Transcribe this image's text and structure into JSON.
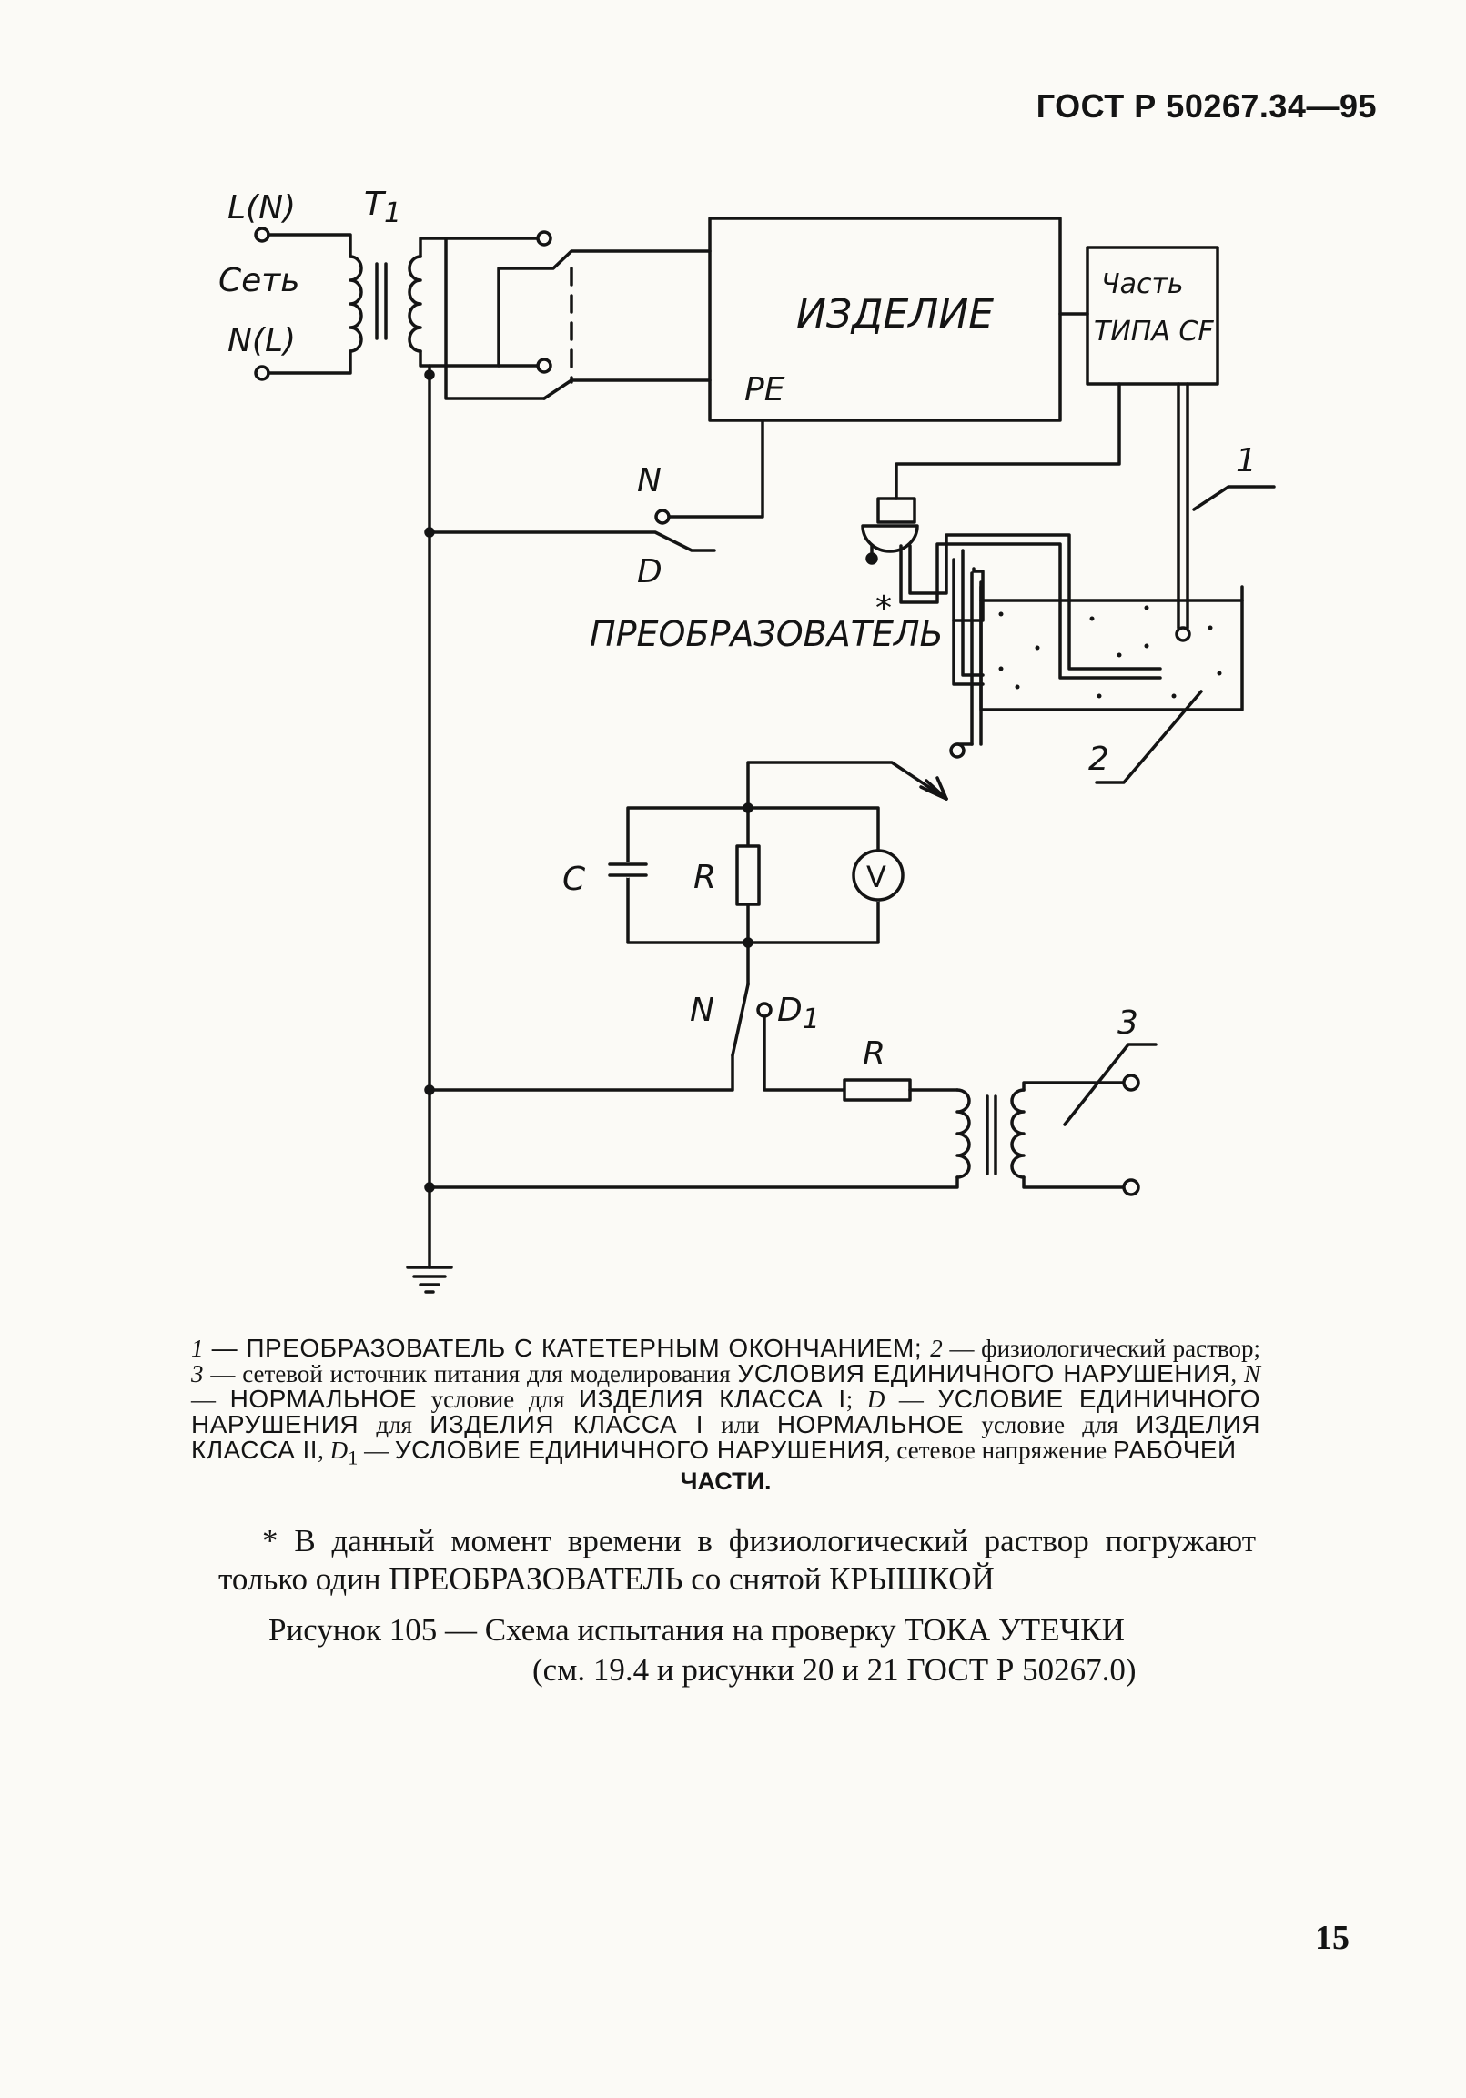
{
  "header": {
    "doc_number": "ГОСТ Р 50267.34—95"
  },
  "diagram": {
    "labels": {
      "line_l": "L(N)",
      "transformer": "T",
      "transformer_sub": "1",
      "mains": "Сеть",
      "line_n": "N(L)",
      "product": "ИЗДЕЛИЕ",
      "pe": "PE",
      "part_line1": "Часть",
      "part_line2": "ТИПА CF",
      "switch_n": "N",
      "switch_d": "D",
      "transducer": "ПРЕОБРАЗОВАТЕЛЬ",
      "asterisk": "*",
      "callout_1": "1",
      "callout_2": "2",
      "capacitor": "C",
      "resistor": "R",
      "voltmeter": "V",
      "switch2_n": "N",
      "switch2_d1": "D",
      "switch2_d1_sub": "1",
      "resistor2": "R",
      "callout_3": "3"
    }
  },
  "legend": {
    "p1_num": "1",
    "p1_caps": " — ПРЕОБРАЗОВАТЕЛЬ С КАТЕТЕРНЫМ ОКОНЧАНИЕМ; ",
    "p2_num": "2",
    "p2_text": " — физиологический раствор; ",
    "p3_num": "3",
    "p3_text": " — сетевой источник питания для моделирования ",
    "p3_caps": "УСЛОВИЯ ЕДИНИЧНОГО НАРУШЕНИЯ",
    "sep1": ", ",
    "pN": "N",
    "pN_dash": " — ",
    "pN_caps": "НОРМАЛЬНОЕ",
    "pN_text": " условие для ",
    "pN_caps2": "ИЗДЕЛИЯ КЛАССА I",
    "sep2": "; ",
    "pD": "D",
    "pD_dash": " — ",
    "pD_caps": "УСЛОВИЕ ЕДИНИЧНОГО НАРУШЕНИЯ",
    "pD_text": " для ",
    "pD_caps2": "ИЗДЕЛИЯ КЛАССА I",
    "pD_text2": " или ",
    "pD_caps3": "НОРМАЛЬНОЕ",
    "pD_text3": " условие для ",
    "pD_caps4": "ИЗДЕЛИЯ КЛАССА II",
    "sep3": ", ",
    "pD1": "D",
    "pD1_sub": "1",
    "pD1_dash": " — ",
    "pD1_caps": "УСЛОВИЕ ЕДИНИЧНОГО НАРУШЕНИЯ",
    "pD1_text": ", сетевое напряжение ",
    "pD1_caps2": "РАБОЧЕЙ",
    "last_line": "ЧАСТИ."
  },
  "footnote": {
    "text": "* В данный момент времени в физиологический раствор погружают только один ПРЕОБРАЗОВАТЕЛЬ со снятой КРЫШКОЙ"
  },
  "caption": {
    "line1": "Рисунок 105 — Схема испытания на проверку ТОКА УТЕЧКИ",
    "line2": "(см. 19.4 и рисунки 20 и 21 ГОСТ Р 50267.0)"
  },
  "page_number": "15"
}
